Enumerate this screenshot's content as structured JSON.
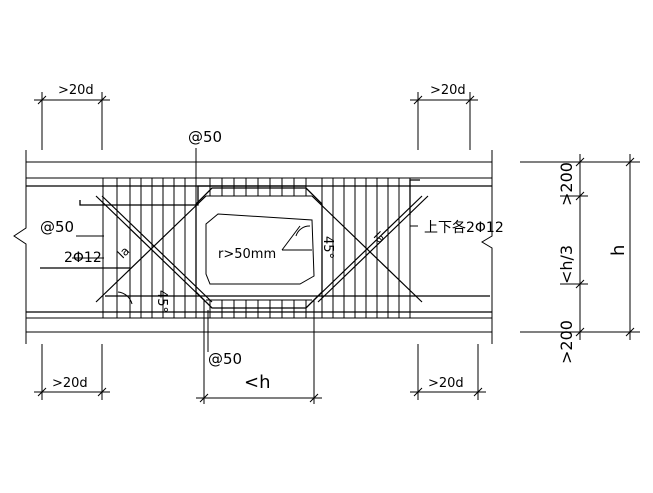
{
  "labels": {
    "dim_20d_top_left": ">20d",
    "dim_20d_top_right": ">20d",
    "dim_20d_bottom_left": ">20d",
    "dim_20d_bottom_right": ">20d",
    "at50_top": "@50",
    "at50_left": "@50",
    "at50_bottom": "@50",
    "two_phi12": "2Φ12",
    "top_bottom_each": "上下各2Φ12",
    "radius": "r>50mm",
    "dim_h_bottom": "<h",
    "dim_200_top": ">200",
    "dim_h3": "<h/3",
    "dim_h": "h",
    "dim_200_bottom": ">200",
    "angle_45_left": "45°",
    "angle_45_center": "45°",
    "la_left": "la",
    "la_right": "la"
  }
}
